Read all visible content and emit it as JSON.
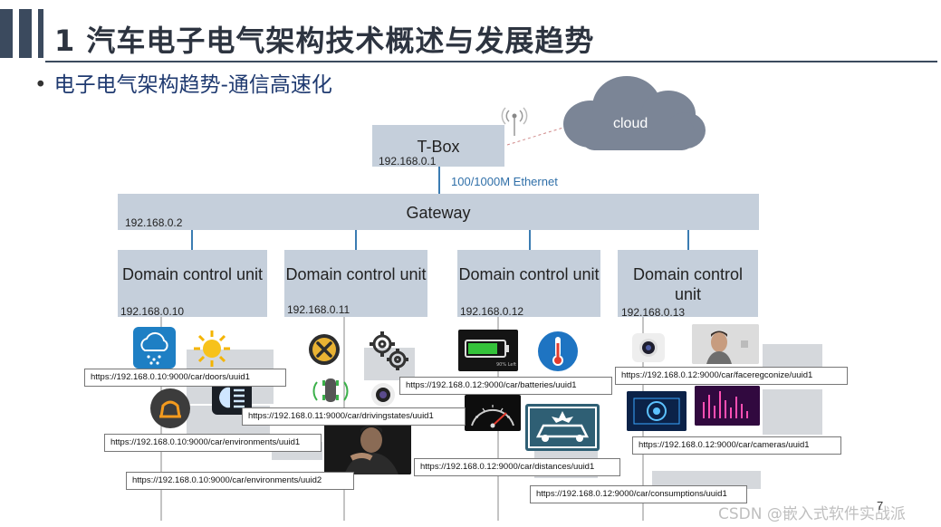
{
  "header": {
    "title": "1  汽车电子电气架构技术概述与发展趋势",
    "subtitle_bullet": "•",
    "subtitle": "电子电气架构趋势-通信高速化"
  },
  "diagram": {
    "cloud": {
      "label": "cloud"
    },
    "tbox": {
      "label": "T-Box",
      "ip": "192.168.0.1"
    },
    "ethernet_label": "100/1000M Ethernet",
    "gateway": {
      "label": "Gateway",
      "ip": "192.168.0.2"
    },
    "domains": [
      {
        "label": "Domain control unit",
        "ip": "192.168.0.10"
      },
      {
        "label": "Domain control unit",
        "ip": "192.168.0.11"
      },
      {
        "label": "Domain control unit",
        "ip": "192.168.0.12"
      },
      {
        "label": "Domain control unit",
        "ip": "192.168.0.13"
      }
    ],
    "urls": [
      "https://192.168.0.10:9000/car/doors/uuid1",
      "https://192.168.0.10:9000/car/environments/uuid1",
      "https://192.168.0.10:9000/car/environments/uuid2",
      "https://192.168.0.11:9000/car/drivingstates/uuid1",
      "https://192.168.0.12:9000/car/batteries/uuid1",
      "https://192.168.0.12:9000/car/distances/uuid1",
      "https://192.168.0.12:9000/car/consumptions/uuid1",
      "https://192.168.0.12:9000/car/faceregconize/uuid1",
      "https://192.168.0.12:9000/car/cameras/uuid1"
    ],
    "icons": [
      "snow-cloud-icon",
      "sun-icon",
      "door-open-car-icon",
      "headlight-icon",
      "wrench-icon",
      "gears-icon",
      "tire-pressure-car-icon",
      "camera-lens-icon",
      "driver-photo",
      "battery-icon",
      "thermometer-icon",
      "speedometer-icon",
      "collision-warning-icon",
      "webcam-icon",
      "face-photo",
      "blue-camera-icon",
      "pink-lights-icon"
    ]
  },
  "footer": {
    "page_number": "7",
    "watermark": "CSDN @嵌入式软件实战派"
  },
  "colors": {
    "box": "#c5cfdb",
    "header_bar": "#3b4a5e",
    "subtitle": "#1f3a70",
    "link_line": "#3b7cb2",
    "cloud": "#7b8596"
  }
}
